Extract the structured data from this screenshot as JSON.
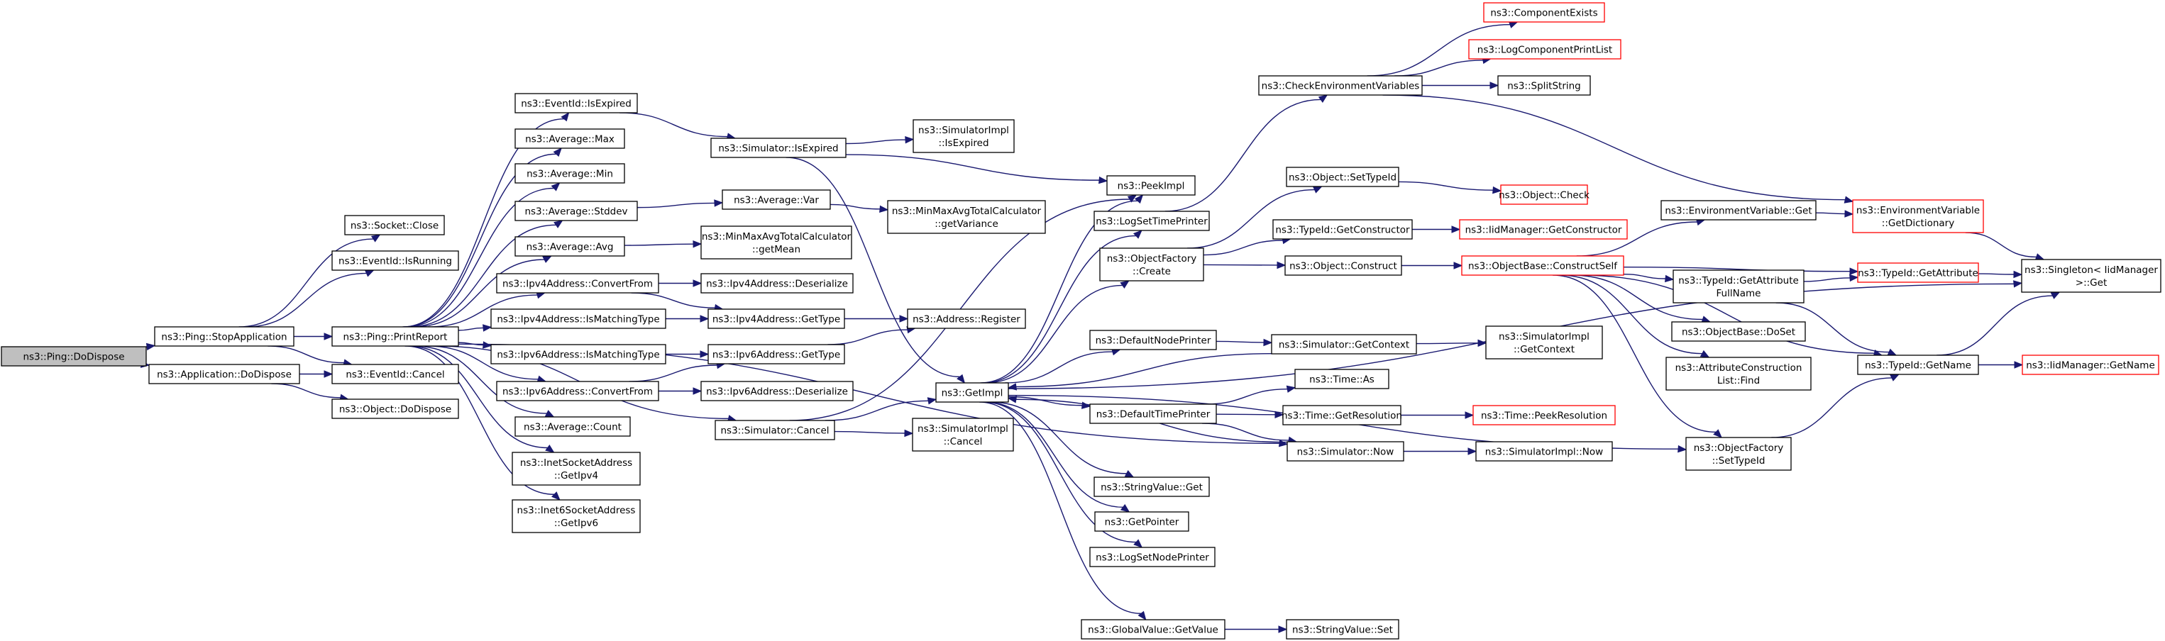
{
  "diagram": {
    "title": "",
    "colors": {
      "edge": "#191970",
      "node_border": "#000000",
      "truncated_border": "#ff0000",
      "root_fill": "#bfbfbf"
    },
    "nodes": [
      {
        "id": "dodispose",
        "lines": [
          "ns3::Ping::DoDispose"
        ],
        "style": "root"
      },
      {
        "id": "stopapp",
        "lines": [
          "ns3::Ping::StopApplication"
        ]
      },
      {
        "id": "appdispose",
        "lines": [
          "ns3::Application::DoDispose"
        ]
      },
      {
        "id": "sockclose",
        "lines": [
          "ns3::Socket::Close"
        ]
      },
      {
        "id": "isrunning",
        "lines": [
          "ns3::EventId::IsRunning"
        ]
      },
      {
        "id": "printreport",
        "lines": [
          "ns3::Ping::PrintReport"
        ]
      },
      {
        "id": "evcancel",
        "lines": [
          "ns3::EventId::Cancel"
        ]
      },
      {
        "id": "objdispose",
        "lines": [
          "ns3::Object::DoDispose"
        ]
      },
      {
        "id": "isexpired",
        "lines": [
          "ns3::EventId::IsExpired"
        ]
      },
      {
        "id": "avgmax",
        "lines": [
          "ns3::Average::Max"
        ]
      },
      {
        "id": "avgmin",
        "lines": [
          "ns3::Average::Min"
        ]
      },
      {
        "id": "avgstddev",
        "lines": [
          "ns3::Average::Stddev"
        ]
      },
      {
        "id": "avgavg",
        "lines": [
          "ns3::Average::Avg"
        ]
      },
      {
        "id": "ipv4conv",
        "lines": [
          "ns3::Ipv4Address::ConvertFrom"
        ]
      },
      {
        "id": "ipv4match",
        "lines": [
          "ns3::Ipv4Address::IsMatchingType"
        ]
      },
      {
        "id": "ipv6match",
        "lines": [
          "ns3::Ipv6Address::IsMatchingType"
        ]
      },
      {
        "id": "ipv6conv",
        "lines": [
          "ns3::Ipv6Address::ConvertFrom"
        ]
      },
      {
        "id": "avgcount",
        "lines": [
          "ns3::Average::Count"
        ]
      },
      {
        "id": "inetipv4",
        "lines": [
          "ns3::InetSocketAddress",
          "::GetIpv4"
        ]
      },
      {
        "id": "inet6ipv6",
        "lines": [
          "ns3::Inet6SocketAddress",
          "::GetIpv6"
        ]
      },
      {
        "id": "simisexpired",
        "lines": [
          "ns3::Simulator::IsExpired"
        ]
      },
      {
        "id": "avgvar",
        "lines": [
          "ns3::Average::Var"
        ]
      },
      {
        "id": "minmaxmean",
        "lines": [
          "ns3::MinMaxAvgTotalCalculator",
          "::getMean"
        ]
      },
      {
        "id": "ipv4deser",
        "lines": [
          "ns3::Ipv4Address::Deserialize"
        ]
      },
      {
        "id": "ipv4gettype",
        "lines": [
          "ns3::Ipv4Address::GetType"
        ]
      },
      {
        "id": "ipv6gettype",
        "lines": [
          "ns3::Ipv6Address::GetType"
        ]
      },
      {
        "id": "ipv6deser",
        "lines": [
          "ns3::Ipv6Address::Deserialize"
        ]
      },
      {
        "id": "simcancel",
        "lines": [
          "ns3::Simulator::Cancel"
        ]
      },
      {
        "id": "simimplexpired",
        "lines": [
          "ns3::SimulatorImpl",
          "::IsExpired"
        ]
      },
      {
        "id": "minmaxvar",
        "lines": [
          "ns3::MinMaxAvgTotalCalculator",
          "::getVariance"
        ]
      },
      {
        "id": "addrreg",
        "lines": [
          "ns3::Address::Register"
        ]
      },
      {
        "id": "getimpl",
        "lines": [
          "ns3::GetImpl"
        ]
      },
      {
        "id": "simimplcancel",
        "lines": [
          "ns3::SimulatorImpl",
          "::Cancel"
        ]
      },
      {
        "id": "peekimpl",
        "lines": [
          "ns3::PeekImpl"
        ]
      },
      {
        "id": "logsettime",
        "lines": [
          "ns3::LogSetTimePrinter"
        ]
      },
      {
        "id": "objfactcreate",
        "lines": [
          "ns3::ObjectFactory",
          "::Create"
        ]
      },
      {
        "id": "defnodeprinter",
        "lines": [
          "ns3::DefaultNodePrinter"
        ]
      },
      {
        "id": "deftimeprinter",
        "lines": [
          "ns3::DefaultTimePrinter"
        ]
      },
      {
        "id": "strvalget",
        "lines": [
          "ns3::StringValue::Get"
        ]
      },
      {
        "id": "getpointer",
        "lines": [
          "ns3::GetPointer"
        ]
      },
      {
        "id": "logsetnode",
        "lines": [
          "ns3::LogSetNodePrinter"
        ]
      },
      {
        "id": "gvgetvalue",
        "lines": [
          "ns3::GlobalValue::GetValue"
        ]
      },
      {
        "id": "checkenv",
        "lines": [
          "ns3::CheckEnvironmentVariables"
        ]
      },
      {
        "id": "objsettypeid",
        "lines": [
          "ns3::Object::SetTypeId"
        ]
      },
      {
        "id": "typeidgetctor",
        "lines": [
          "ns3::TypeId::GetConstructor"
        ]
      },
      {
        "id": "objconstruct",
        "lines": [
          "ns3::Object::Construct"
        ]
      },
      {
        "id": "simgetctx",
        "lines": [
          "ns3::Simulator::GetContext"
        ]
      },
      {
        "id": "timeas",
        "lines": [
          "ns3::Time::As"
        ]
      },
      {
        "id": "timegetres",
        "lines": [
          "ns3::Time::GetResolution"
        ]
      },
      {
        "id": "simnow",
        "lines": [
          "ns3::Simulator::Now"
        ]
      },
      {
        "id": "strvalset",
        "lines": [
          "ns3::StringValue::Set"
        ]
      },
      {
        "id": "compexists",
        "lines": [
          "ns3::ComponentExists"
        ],
        "style": "red"
      },
      {
        "id": "logcompprint",
        "lines": [
          "ns3::LogComponentPrintList"
        ],
        "style": "red"
      },
      {
        "id": "splitstring",
        "lines": [
          "ns3::SplitString"
        ]
      },
      {
        "id": "objcheck",
        "lines": [
          "ns3::Object::Check"
        ],
        "style": "red"
      },
      {
        "id": "iidgetctor",
        "lines": [
          "ns3::IidManager::GetConstructor"
        ],
        "style": "red"
      },
      {
        "id": "objbasector",
        "lines": [
          "ns3::ObjectBase::ConstructSelf"
        ],
        "style": "red"
      },
      {
        "id": "simimplctx",
        "lines": [
          "ns3::SimulatorImpl",
          "::GetContext"
        ]
      },
      {
        "id": "timepeekres",
        "lines": [
          "ns3::Time::PeekResolution"
        ],
        "style": "red"
      },
      {
        "id": "simimplnow",
        "lines": [
          "ns3::SimulatorImpl::Now"
        ]
      },
      {
        "id": "envvarget",
        "lines": [
          "ns3::EnvironmentVariable::Get"
        ]
      },
      {
        "id": "typeidgetattrfull",
        "lines": [
          "ns3::TypeId::GetAttribute",
          "FullName"
        ]
      },
      {
        "id": "objbasedoset",
        "lines": [
          "ns3::ObjectBase::DoSet"
        ]
      },
      {
        "id": "attrconstrfind",
        "lines": [
          "ns3::AttributeConstruction",
          "List::Find"
        ]
      },
      {
        "id": "objfactsettypeid",
        "lines": [
          "ns3::ObjectFactory",
          "::SetTypeId"
        ]
      },
      {
        "id": "envvardict",
        "lines": [
          "ns3::EnvironmentVariable",
          "::GetDictionary"
        ],
        "style": "red"
      },
      {
        "id": "typeidgetattr",
        "lines": [
          "ns3::TypeId::GetAttribute"
        ],
        "style": "red"
      },
      {
        "id": "typeidgetname",
        "lines": [
          "ns3::TypeId::GetName"
        ]
      },
      {
        "id": "singletonget",
        "lines": [
          "ns3::Singleton< IidManager",
          ">::Get"
        ]
      },
      {
        "id": "iidgetname",
        "lines": [
          "ns3::IidManager::GetName"
        ],
        "style": "red"
      }
    ],
    "edges": [
      [
        "dodispose",
        "stopapp"
      ],
      [
        "dodispose",
        "appdispose"
      ],
      [
        "stopapp",
        "sockclose"
      ],
      [
        "stopapp",
        "isrunning"
      ],
      [
        "stopapp",
        "printreport"
      ],
      [
        "stopapp",
        "evcancel"
      ],
      [
        "appdispose",
        "evcancel"
      ],
      [
        "appdispose",
        "objdispose"
      ],
      [
        "printreport",
        "isexpired"
      ],
      [
        "printreport",
        "avgmax"
      ],
      [
        "printreport",
        "avgmin"
      ],
      [
        "printreport",
        "avgstddev"
      ],
      [
        "printreport",
        "avgavg"
      ],
      [
        "printreport",
        "ipv4conv"
      ],
      [
        "printreport",
        "ipv4match"
      ],
      [
        "printreport",
        "ipv6match"
      ],
      [
        "printreport",
        "ipv6conv"
      ],
      [
        "printreport",
        "avgcount"
      ],
      [
        "printreport",
        "inetipv4"
      ],
      [
        "printreport",
        "inet6ipv6"
      ],
      [
        "printreport",
        "simcancel"
      ],
      [
        "printreport",
        "simnow"
      ],
      [
        "isexpired",
        "simisexpired"
      ],
      [
        "avgstddev",
        "avgvar"
      ],
      [
        "avgavg",
        "minmaxmean"
      ],
      [
        "ipv4conv",
        "ipv4deser"
      ],
      [
        "ipv4conv",
        "ipv4gettype"
      ],
      [
        "ipv4match",
        "ipv4gettype"
      ],
      [
        "ipv6match",
        "ipv6gettype"
      ],
      [
        "ipv6conv",
        "ipv6gettype"
      ],
      [
        "ipv6conv",
        "ipv6deser"
      ],
      [
        "simisexpired",
        "simimplexpired"
      ],
      [
        "simisexpired",
        "peekimpl"
      ],
      [
        "simisexpired",
        "getimpl"
      ],
      [
        "avgvar",
        "minmaxvar"
      ],
      [
        "ipv4gettype",
        "addrreg"
      ],
      [
        "ipv6gettype",
        "addrreg"
      ],
      [
        "simcancel",
        "getimpl"
      ],
      [
        "simcancel",
        "simimplcancel"
      ],
      [
        "simcancel",
        "peekimpl"
      ],
      [
        "getimpl",
        "peekimpl"
      ],
      [
        "getimpl",
        "logsettime"
      ],
      [
        "getimpl",
        "objfactcreate"
      ],
      [
        "getimpl",
        "defnodeprinter"
      ],
      [
        "getimpl",
        "deftimeprinter"
      ],
      [
        "getimpl",
        "strvalget"
      ],
      [
        "getimpl",
        "getpointer"
      ],
      [
        "getimpl",
        "logsetnode"
      ],
      [
        "getimpl",
        "gvgetvalue"
      ],
      [
        "getimpl",
        "singletonget"
      ],
      [
        "getimpl",
        "objfactsettypeid"
      ],
      [
        "logsettime",
        "checkenv"
      ],
      [
        "objfactcreate",
        "objsettypeid"
      ],
      [
        "objfactcreate",
        "typeidgetctor"
      ],
      [
        "objfactcreate",
        "objconstruct"
      ],
      [
        "defnodeprinter",
        "simgetctx"
      ],
      [
        "deftimeprinter",
        "timeas"
      ],
      [
        "deftimeprinter",
        "timegetres"
      ],
      [
        "deftimeprinter",
        "simnow"
      ],
      [
        "gvgetvalue",
        "strvalset"
      ],
      [
        "checkenv",
        "compexists"
      ],
      [
        "checkenv",
        "logcompprint"
      ],
      [
        "checkenv",
        "splitstring"
      ],
      [
        "checkenv",
        "envvardict"
      ],
      [
        "objsettypeid",
        "objcheck"
      ],
      [
        "typeidgetctor",
        "iidgetctor"
      ],
      [
        "objconstruct",
        "objbasector"
      ],
      [
        "simgetctx",
        "simimplctx"
      ],
      [
        "simgetctx",
        "getimpl"
      ],
      [
        "timegetres",
        "timepeekres"
      ],
      [
        "simnow",
        "simimplnow"
      ],
      [
        "simnow",
        "getimpl"
      ],
      [
        "objbasector",
        "envvarget"
      ],
      [
        "objbasector",
        "typeidgetattr"
      ],
      [
        "objbasector",
        "typeidgetattrfull"
      ],
      [
        "objbasector",
        "objbasedoset"
      ],
      [
        "objbasector",
        "attrconstrfind"
      ],
      [
        "objbasector",
        "objfactsettypeid"
      ],
      [
        "objbasector",
        "typeidgetname"
      ],
      [
        "envvarget",
        "envvardict"
      ],
      [
        "typeidgetattrfull",
        "typeidgetattr"
      ],
      [
        "typeidgetattrfull",
        "typeidgetname"
      ],
      [
        "objfactsettypeid",
        "typeidgetname"
      ],
      [
        "typeidgetattr",
        "singletonget"
      ],
      [
        "typeidgetname",
        "singletonget"
      ],
      [
        "typeidgetname",
        "iidgetname"
      ],
      [
        "envvardict",
        "singletonget"
      ]
    ]
  }
}
